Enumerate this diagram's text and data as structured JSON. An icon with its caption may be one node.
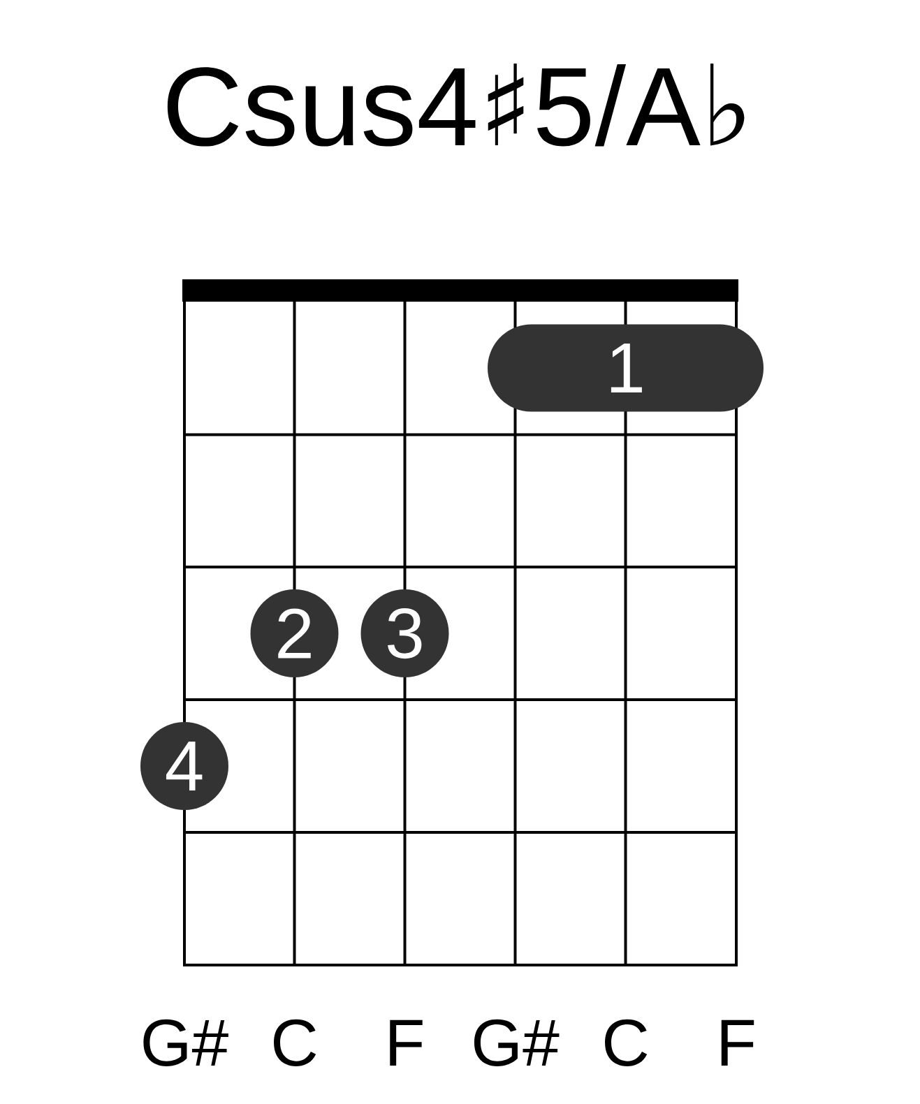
{
  "diagram": {
    "title": "Csus4♯5/A♭",
    "nodes": [
      {
        "text": [
          "1"
        ]
      },
      {
        "text": [
          "2"
        ]
      },
      {
        "text": [
          "3"
        ]
      },
      {
        "text": [
          "4"
        ]
      }
    ],
    "labels": [
      "G#",
      "C",
      "F",
      "G#",
      "C",
      "F"
    ]
  }
}
